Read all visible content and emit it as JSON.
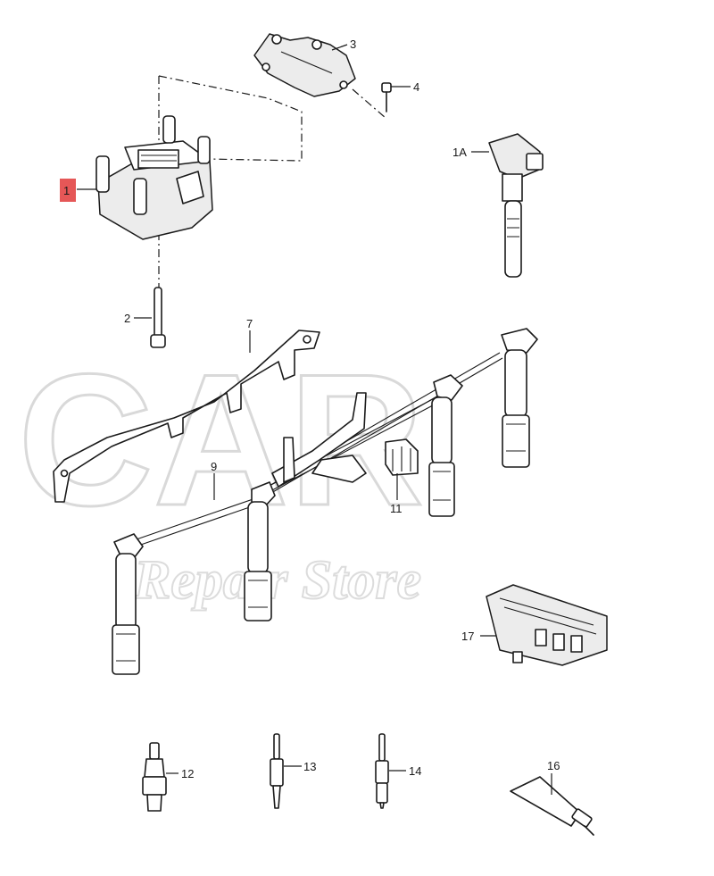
{
  "watermark": {
    "line1": "CAR",
    "line2": "Repair Store",
    "color": "#d9d9d9"
  },
  "highlight_color": "#e03a3a",
  "parts": [
    {
      "key": "p1",
      "label": "1",
      "name": "ignition-coil",
      "highlighted": true
    },
    {
      "key": "p1a",
      "label": "1A",
      "name": "pencil-ignition-coil"
    },
    {
      "key": "p2",
      "label": "2",
      "name": "bolt"
    },
    {
      "key": "p3",
      "label": "3",
      "name": "mounting-bracket"
    },
    {
      "key": "p4",
      "label": "4",
      "name": "screw"
    },
    {
      "key": "p7",
      "label": "7",
      "name": "wire-holder-rail"
    },
    {
      "key": "p9",
      "label": "9",
      "name": "ignition-wire-set"
    },
    {
      "key": "p11",
      "label": "11",
      "name": "wire-clip"
    },
    {
      "key": "p12",
      "label": "12",
      "name": "spark-plug"
    },
    {
      "key": "p13",
      "label": "13",
      "name": "glow-plug-a"
    },
    {
      "key": "p14",
      "label": "14",
      "name": "glow-plug-b"
    },
    {
      "key": "p16",
      "label": "16",
      "name": "grease-tube"
    },
    {
      "key": "p17",
      "label": "17",
      "name": "connector-block"
    }
  ],
  "labels": {
    "p1": "1",
    "p1a": "1A",
    "p2": "2",
    "p3": "3",
    "p4": "4",
    "p7": "7",
    "p9": "9",
    "p11": "11",
    "p12": "12",
    "p13": "13",
    "p14": "14",
    "p16": "16",
    "p17": "17"
  }
}
